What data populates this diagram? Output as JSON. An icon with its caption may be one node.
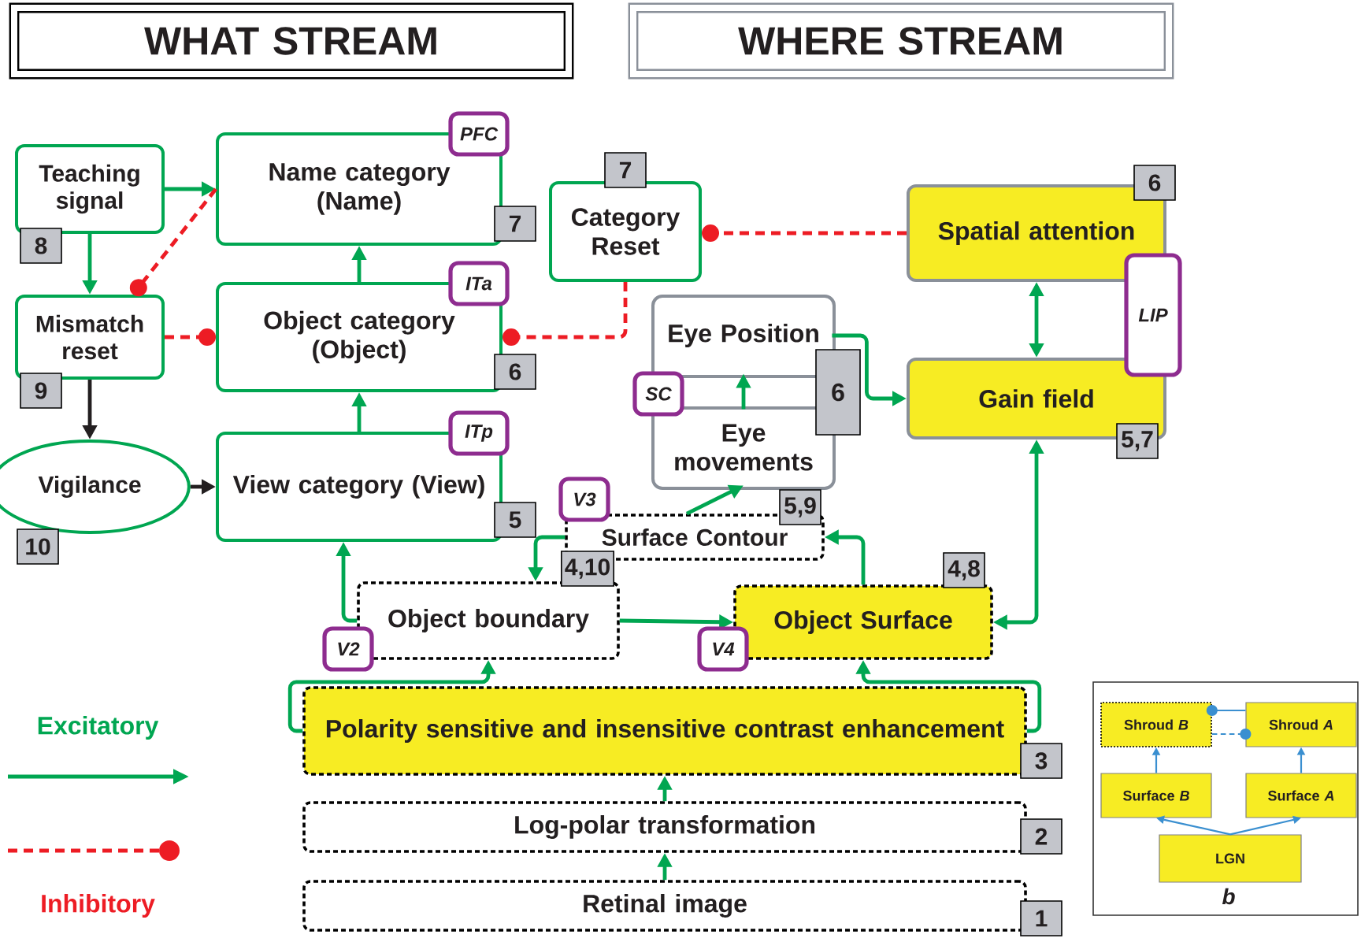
{
  "diagram": {
    "nodes": [
      {
        "text": [
          "WHAT STREAM"
        ]
      },
      {
        "text": [
          "WHERE STREAM"
        ]
      },
      {
        "text": [
          "Teaching signal"
        ],
        "beside": [
          "8"
        ]
      },
      {
        "text": [
          "Name category (Name)"
        ],
        "beside": [
          "7"
        ]
      },
      {
        "text": [
          "Mismatch reset"
        ],
        "beside": [
          "9"
        ]
      },
      {
        "text": [
          "Object category (Object)"
        ],
        "beside": [
          "6"
        ]
      },
      {
        "text": [
          "Vigilance"
        ],
        "beside": [
          "10"
        ]
      },
      {
        "text": [
          "View category (View)"
        ],
        "beside": [
          "5"
        ]
      },
      {
        "text": [
          "Category Reset"
        ],
        "beside": [
          "7"
        ]
      },
      {
        "text": [
          "Spatial attention"
        ],
        "beside": [
          "6"
        ]
      },
      {
        "text": [],
        "shape": "box",
        "beside": [
          "6"
        ]
      },
      {
        "text": [
          "Eye Position"
        ],
        "in": 10
      },
      {
        "text": [
          "Eye movements"
        ],
        "in": 10
      },
      {
        "text": [
          "Gain field"
        ],
        "beside": [
          "5,7"
        ]
      },
      {
        "text": [
          "Surface Contour"
        ],
        "beside": [
          "5,9"
        ]
      },
      {
        "text": [
          "Object boundary"
        ],
        "beside": [
          "4,10"
        ]
      },
      {
        "text": [
          "Object Surface"
        ],
        "beside": [
          "4,8"
        ]
      },
      {
        "text": [
          "Polarity sensitive and insensitive contrast enhancement"
        ],
        "beside": [
          "3"
        ]
      },
      {
        "text": [
          "Log-polar transformation"
        ],
        "beside": [
          "2"
        ]
      },
      {
        "text": [
          "Retinal image"
        ],
        "beside": [
          "1"
        ]
      },
      {
        "text": [],
        "shape": "box",
        "beside": [
          "b"
        ]
      },
      {
        "text": [
          "Shroud *B*"
        ],
        "in": 20
      },
      {
        "text": [
          "Shroud *A*"
        ],
        "in": 20
      },
      {
        "text": [
          "Surface *B*"
        ],
        "in": 20
      },
      {
        "text": [
          "Surface *A*"
        ],
        "in": 20
      },
      {
        "text": [
          "LGN"
        ],
        "in": 20
      }
    ],
    "edges": [
      {
        "from": 2,
        "to": 3,
        "arrow": "to"
      },
      {
        "from": 2,
        "to": 4,
        "arrow": "to"
      },
      {
        "from": 3,
        "to": 4,
        "arrow": "other",
        "style": "dashed",
        "color": "#ed1c24"
      },
      {
        "from": 4,
        "to": 5,
        "arrow": "other",
        "style": "dashed",
        "color": "#ed1c24"
      },
      {
        "from": 8,
        "to": 5,
        "arrow": "other",
        "style": "dashed",
        "color": "#ed1c24"
      },
      {
        "from": 9,
        "to": 8,
        "arrow": "other",
        "style": "dashed",
        "color": "#ed1c24"
      },
      {
        "from": 4,
        "to": 6,
        "arrow": "to",
        "color": "#231f20"
      },
      {
        "from": 6,
        "to": 7,
        "arrow": "to",
        "color": "#231f20"
      },
      {
        "from": 7,
        "to": 5,
        "arrow": "to"
      },
      {
        "from": 5,
        "to": 3,
        "arrow": "to"
      },
      {
        "from": 12,
        "to": 11,
        "arrow": "to"
      },
      {
        "from": 11,
        "to": 13,
        "arrow": "to"
      },
      {
        "from": 9,
        "to": 13,
        "arrow": "both"
      },
      {
        "from": 13,
        "to": 16,
        "arrow": "both"
      },
      {
        "from": 14,
        "to": 12,
        "arrow": "to"
      },
      {
        "from": 14,
        "to": 15,
        "arrow": "to"
      },
      {
        "from": 16,
        "to": 14,
        "arrow": "to"
      },
      {
        "from": 15,
        "to": 16,
        "arrow": "to"
      },
      {
        "from": 15,
        "to": 7,
        "arrow": "to"
      },
      {
        "from": 17,
        "to": 15,
        "arrow": "to"
      },
      {
        "from": 17,
        "to": 16,
        "arrow": "to"
      },
      {
        "from": 18,
        "to": 17,
        "arrow": "to"
      },
      {
        "from": 19,
        "to": 18,
        "arrow": "to"
      },
      {
        "from": 25,
        "to": 23,
        "arrow": "to",
        "color": "#3a8fd0"
      },
      {
        "from": 25,
        "to": 24,
        "arrow": "to",
        "color": "#3a8fd0"
      },
      {
        "from": 23,
        "to": 21,
        "arrow": "to",
        "color": "#3a8fd0"
      },
      {
        "from": 24,
        "to": 22,
        "arrow": "to",
        "color": "#3a8fd0"
      },
      {
        "from": 22,
        "to": 21,
        "arrow": "other",
        "color": "#3a8fd0"
      },
      {
        "from": 21,
        "to": 22,
        "arrow": "other",
        "style": "dashed",
        "color": "#3a8fd0"
      }
    ],
    "labels": [
      "PFC",
      "ITa",
      "LIP",
      "SC",
      "ITp",
      "V3",
      "V2",
      "V4"
    ],
    "legend": [
      {
        "text": "Excitatory"
      },
      {
        "text": "Inhibitory"
      }
    ]
  }
}
